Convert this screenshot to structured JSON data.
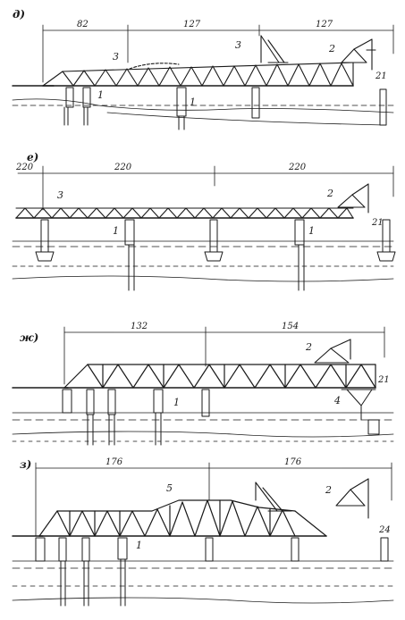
{
  "panels": [
    {
      "letter": "д)",
      "spans": [
        "82",
        "127",
        "127"
      ],
      "height": "21",
      "labels": {
        "support": "1",
        "crane": "2",
        "truss": "3"
      }
    },
    {
      "letter": "е)",
      "spans": [
        "220",
        "220",
        "220"
      ],
      "height": "21",
      "labels": {
        "support": "1",
        "crane": "2",
        "truss": "3"
      }
    },
    {
      "letter": "ж)",
      "spans": [
        "132",
        "154"
      ],
      "height": "21",
      "labels": {
        "support": "1",
        "crane": "2",
        "scaffold": "4"
      }
    },
    {
      "letter": "з)",
      "spans": [
        "176",
        "176"
      ],
      "height": "24",
      "labels": {
        "support": "1",
        "crane": "2",
        "arch": "5"
      }
    }
  ]
}
